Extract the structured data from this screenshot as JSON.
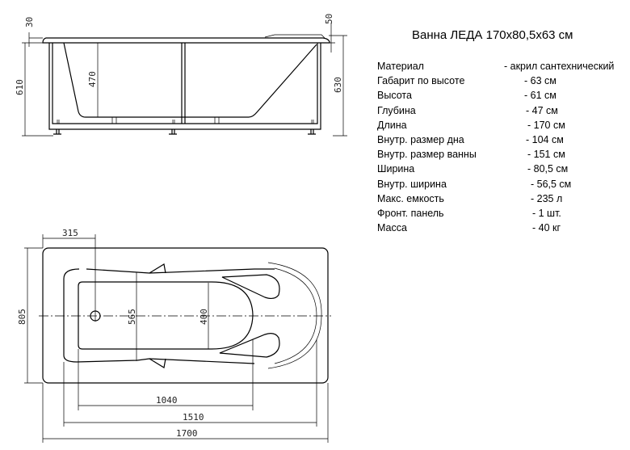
{
  "title": "Ванна ЛЕДА 170x80,5x63 см",
  "specs": [
    {
      "label": "Материал",
      "value": "- акрил сантехнический"
    },
    {
      "label": "Габарит по высоте",
      "value": "- 63 см"
    },
    {
      "label": "Высота",
      "value": "- 61 см"
    },
    {
      "label": "Глубина",
      "value": "- 47 см"
    },
    {
      "label": "Длина",
      "value": "- 170 см"
    },
    {
      "label": "Внутр. размер дна",
      "value": "- 104 см"
    },
    {
      "label": "Внутр. размер ванны",
      "value": "- 151 см"
    },
    {
      "label": "Ширина",
      "value": "- 80,5 см"
    },
    {
      "label": "Внутр. ширина",
      "value": "- 56,5 см"
    },
    {
      "label": "Макс. емкость",
      "value": "- 235 л"
    },
    {
      "label": "Фронт. панель",
      "value": "- 1 шт."
    },
    {
      "label": "Масса",
      "value": "- 40 кг"
    }
  ],
  "side_view": {
    "dim_rim": "30",
    "dim_rim_right": "50",
    "dim_height": "610",
    "dim_total_height": "630",
    "dim_depth": "470"
  },
  "plan_view": {
    "dim_drain": "315",
    "dim_width": "805",
    "dim_inner_width": "565",
    "dim_bottom_width": "400",
    "dim_bottom_length": "1040",
    "dim_inner_length": "1510",
    "dim_length": "1700"
  }
}
